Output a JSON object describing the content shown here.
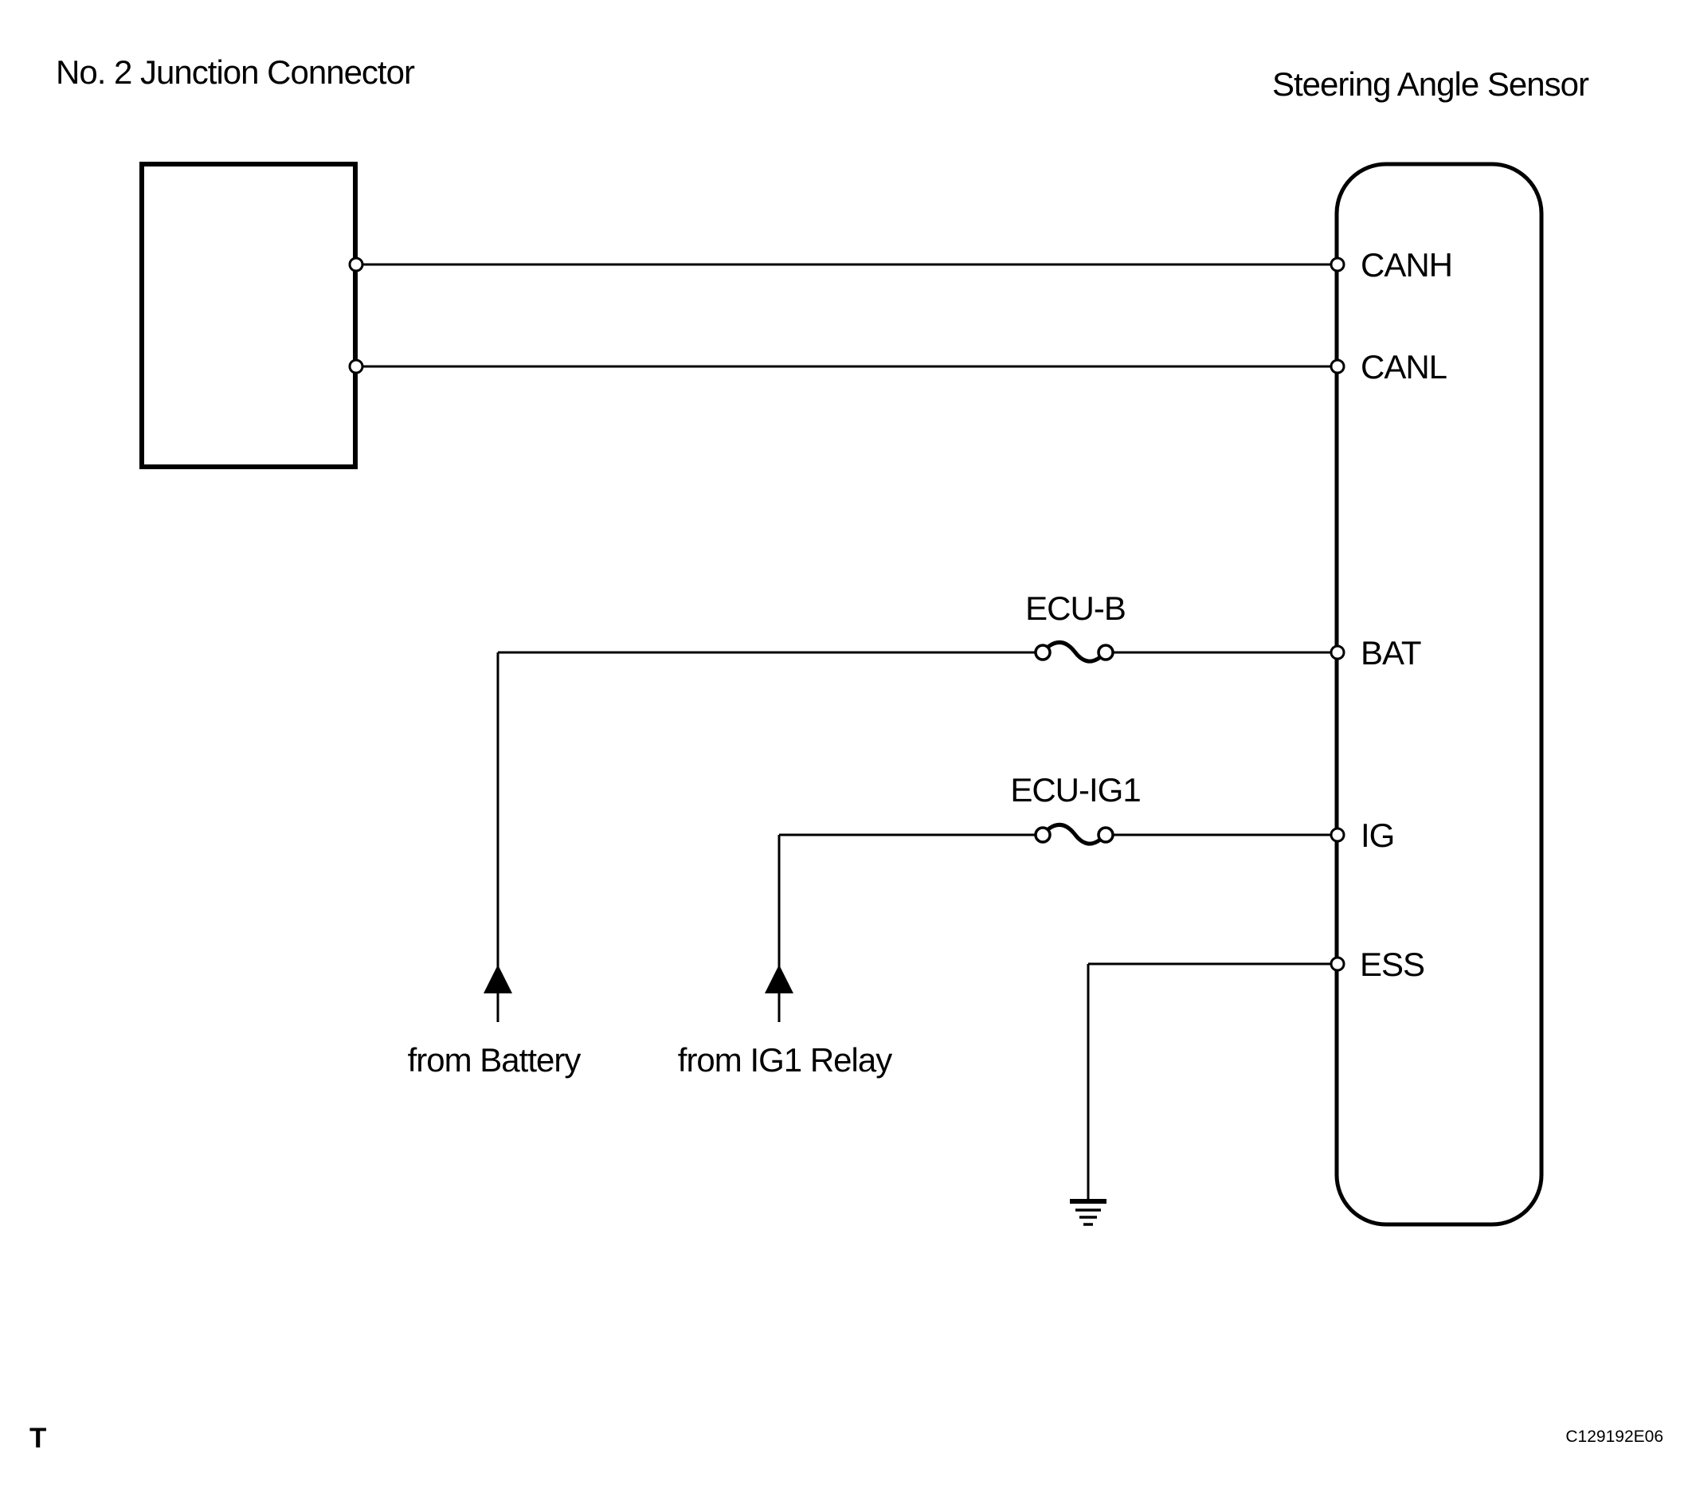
{
  "junction_connector": {
    "title": "No. 2 Junction Connector"
  },
  "sensor": {
    "title": "Steering Angle Sensor",
    "terminals": [
      {
        "name": "CANH"
      },
      {
        "name": "CANL"
      },
      {
        "name": "BAT"
      },
      {
        "name": "IG"
      },
      {
        "name": "ESS"
      }
    ]
  },
  "fuses": [
    {
      "label": "ECU-B"
    },
    {
      "label": "ECU-IG1"
    }
  ],
  "power_sources": [
    {
      "label": "from Battery"
    },
    {
      "label": "from IG1 Relay"
    }
  ],
  "footer": {
    "page_marker": "T",
    "figure_code": "C129192E06"
  },
  "colors": {
    "line": "#000000",
    "background": "#ffffff"
  }
}
